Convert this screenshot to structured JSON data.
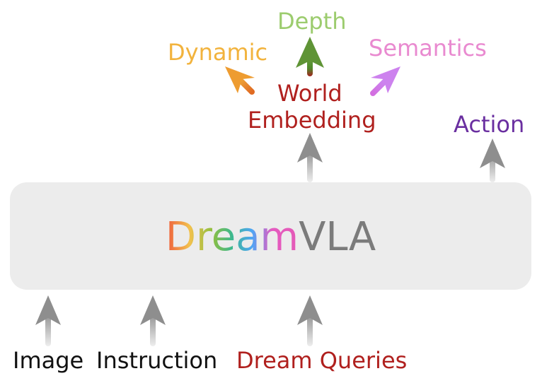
{
  "diagram": {
    "model_name_part1": "Dream",
    "model_name_part2": "VLA",
    "inputs": [
      {
        "label": "Image",
        "color": "#111111"
      },
      {
        "label": "Instruction",
        "color": "#111111"
      },
      {
        "label": "Dream Queries",
        "color": "#b0201e"
      }
    ],
    "outputs": {
      "world_embedding": {
        "line1": "World",
        "line2": "Embedding",
        "color": "#b0201e"
      },
      "action": {
        "label": "Action",
        "color": "#6a2fa0"
      }
    },
    "world_branches": [
      {
        "label": "Dynamic",
        "color": "#f2b33d"
      },
      {
        "label": "Depth",
        "color": "#9ccc6e"
      },
      {
        "label": "Semantics",
        "color": "#e98ad0"
      }
    ]
  }
}
